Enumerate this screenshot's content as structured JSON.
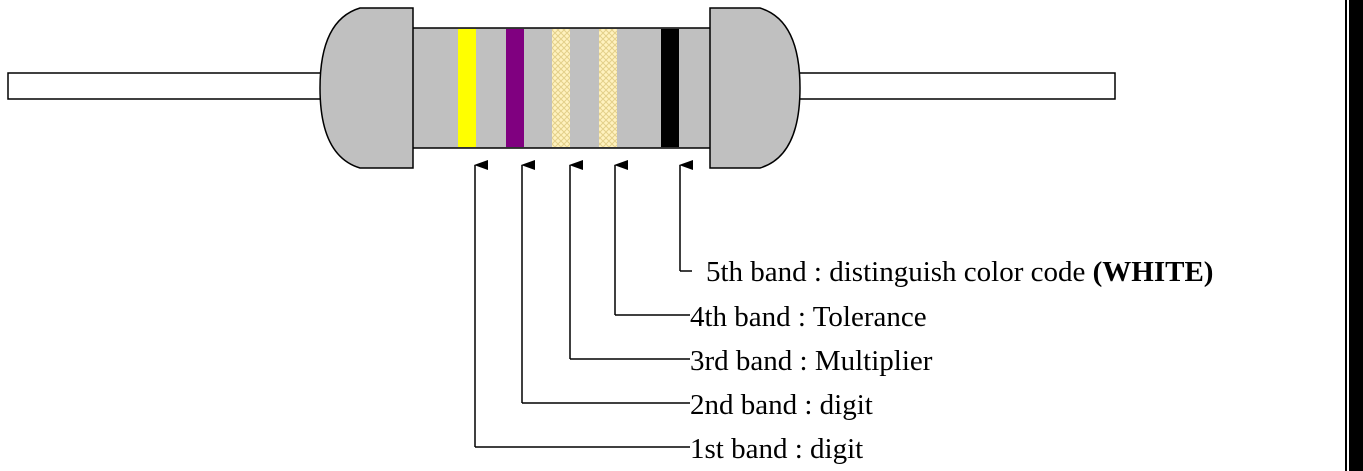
{
  "colors": {
    "body": "#c0c0c0",
    "outline": "#000000",
    "lead": "#ffffff",
    "background": "#ffffff",
    "band_yellow": "#ffff00",
    "band_purple": "#800080",
    "band_cream": "#fff2bf",
    "band_cream_pattern": "#e3d08a",
    "band_black": "#000000",
    "frame_border": "#000000"
  },
  "bands": [
    {
      "position": 1,
      "color_name": "yellow",
      "color": "#ffff00",
      "patterned": false
    },
    {
      "position": 2,
      "color_name": "purple",
      "color": "#800080",
      "patterned": false
    },
    {
      "position": 3,
      "color_name": "cream",
      "color": "#fff2bf",
      "patterned": true
    },
    {
      "position": 4,
      "color_name": "cream",
      "color": "#fff2bf",
      "patterned": true
    },
    {
      "position": 5,
      "color_name": "black",
      "color": "#000000",
      "patterned": false
    }
  ],
  "labels": {
    "band5_prefix": "5th band : distinguish color code ",
    "band5_highlight": "(WHITE)",
    "band4": "4th band : Tolerance",
    "band3": "3rd band : Multiplier",
    "band2": "2nd band : digit",
    "band1": "1st band : digit"
  }
}
